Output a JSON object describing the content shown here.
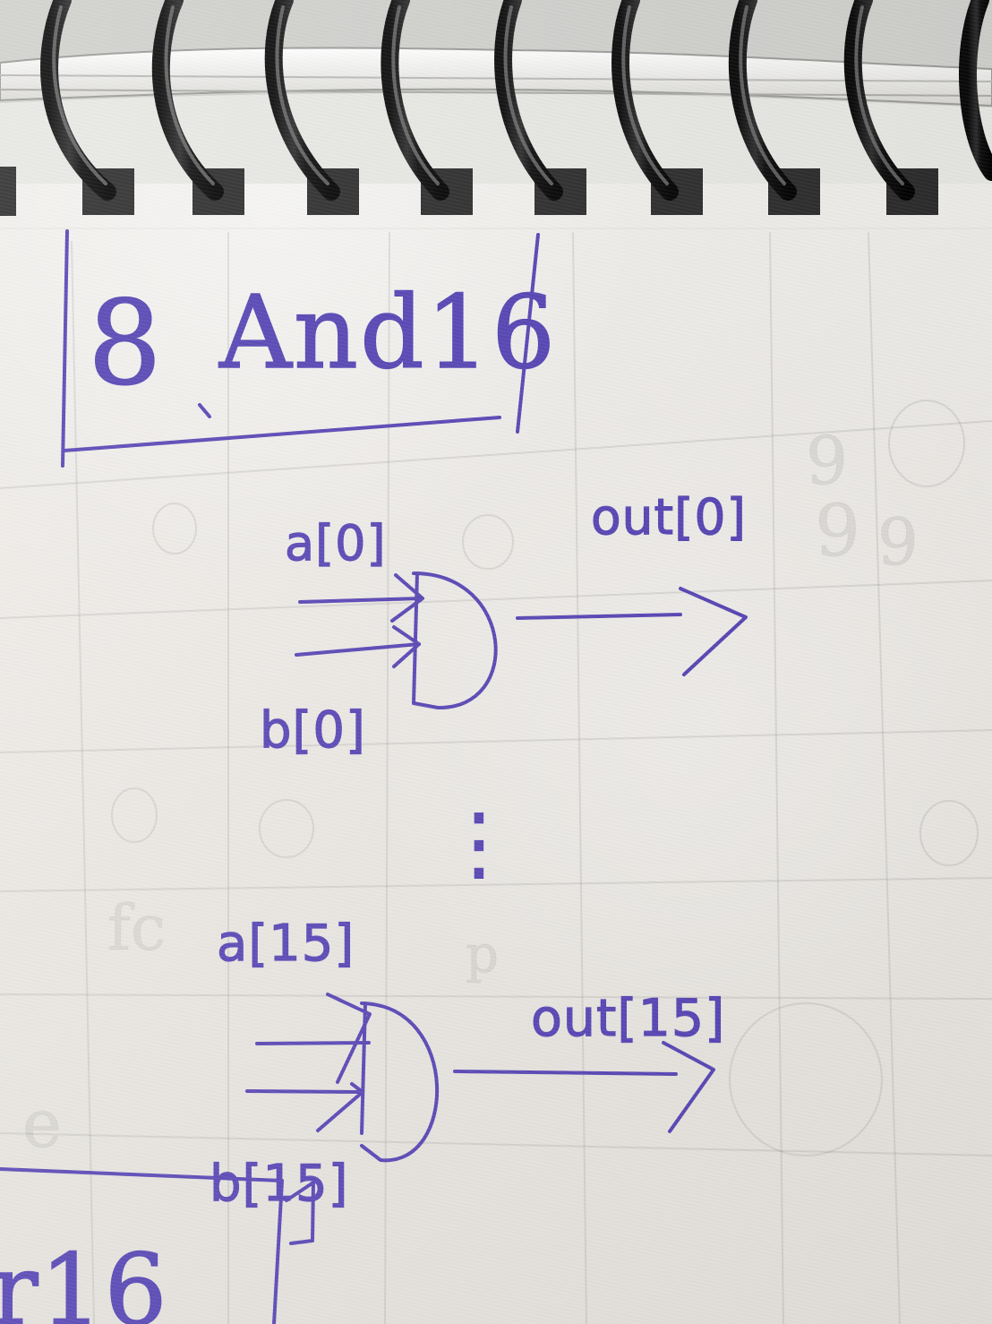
{
  "diagram": {
    "title_number": "8",
    "title_label": "And16",
    "input_a_top": "a[0]",
    "input_b_top": "b[0]",
    "output_top": "out[0]",
    "input_a_bottom": "a[15]",
    "input_b_bottom": "b[15]",
    "output_bottom": "out[15]",
    "ellipsis": "⋮"
  },
  "partial_text": {
    "bottom_left": "r16"
  }
}
